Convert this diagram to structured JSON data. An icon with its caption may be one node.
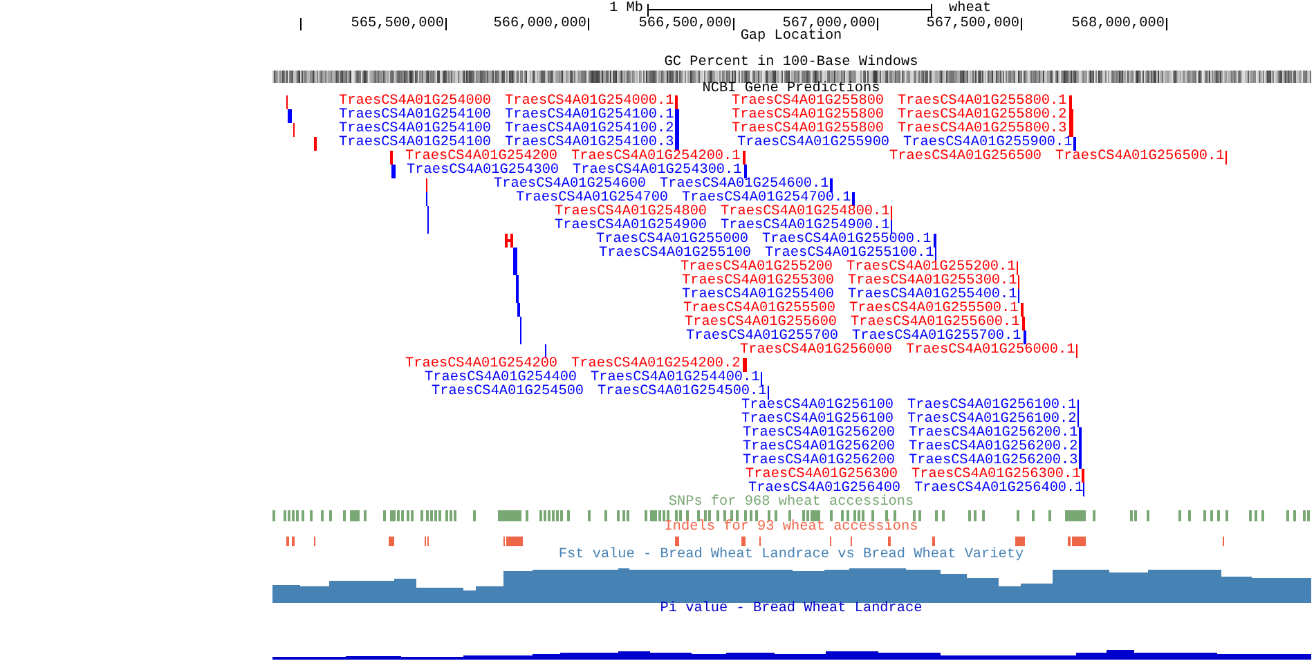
{
  "diagram": {
    "labels": [
      "1 Mb",
      "wheat",
      "565,500,000",
      "566,000,000",
      "566,500,000",
      "567,000,000",
      "567,500,000",
      "568,000,000",
      "Gap Location",
      "GC Percent in 100-Base Windows",
      "NCBI Gene Predictions",
      "TraesCS4A01G254000",
      "TraesCS4A01G254000.1",
      "TraesCS4A01G255800",
      "TraesCS4A01G255800.1",
      "TraesCS4A01G254100",
      "TraesCS4A01G254100.1",
      "TraesCS4A01G255800",
      "TraesCS4A01G255800.2",
      "TraesCS4A01G254100",
      "TraesCS4A01G254100.2",
      "TraesCS4A01G255800",
      "TraesCS4A01G255800.3",
      "TraesCS4A01G254100",
      "TraesCS4A01G254100.3",
      "TraesCS4A01G255900",
      "TraesCS4A01G255900.1",
      "TraesCS4A01G254200",
      "TraesCS4A01G254200.1",
      "TraesCS4A01G256500",
      "TraesCS4A01G256500.1",
      "TraesCS4A01G254300",
      "TraesCS4A01G254300.1",
      "TraesCS4A01G254600",
      "TraesCS4A01G254600.1",
      "TraesCS4A01G254700",
      "TraesCS4A01G254700.1",
      "TraesCS4A01G254800",
      "TraesCS4A01G254800.1",
      "TraesCS4A01G254900",
      "TraesCS4A01G254900.1",
      "TraesCS4A01G255000",
      "TraesCS4A01G255000.1",
      "TraesCS4A01G255100",
      "TraesCS4A01G255100.1",
      "TraesCS4A01G255200",
      "TraesCS4A01G255200.1",
      "TraesCS4A01G255300",
      "TraesCS4A01G255300.1",
      "TraesCS4A01G255400",
      "TraesCS4A01G255400.1",
      "TraesCS4A01G255500",
      "TraesCS4A01G255500.1",
      "TraesCS4A01G255600",
      "TraesCS4A01G255600.1",
      "TraesCS4A01G255700",
      "TraesCS4A01G255700.1",
      "TraesCS4A01G256000",
      "TraesCS4A01G256000.1",
      "TraesCS4A01G254200",
      "TraesCS4A01G254200.2",
      "TraesCS4A01G254400",
      "TraesCS4A01G254400.1",
      "TraesCS4A01G254500",
      "TraesCS4A01G254500.1",
      "TraesCS4A01G256100",
      "TraesCS4A01G256100.1",
      "TraesCS4A01G256100",
      "TraesCS4A01G256100.2",
      "TraesCS4A01G256200",
      "TraesCS4A01G256200.1",
      "TraesCS4A01G256200",
      "TraesCS4A01G256200.2",
      "TraesCS4A01G256200",
      "TraesCS4A01G256200.3",
      "TraesCS4A01G256300",
      "TraesCS4A01G256300.1",
      "TraesCS4A01G256400",
      "TraesCS4A01G256400.1",
      "SNPs for 968 wheat accessions",
      "Indels for 93 wheat accessions",
      "Fst value - Bread Wheat Landrace vs Bread Wheat Variety",
      "Pi value - Bread Wheat Landrace"
    ]
  }
}
